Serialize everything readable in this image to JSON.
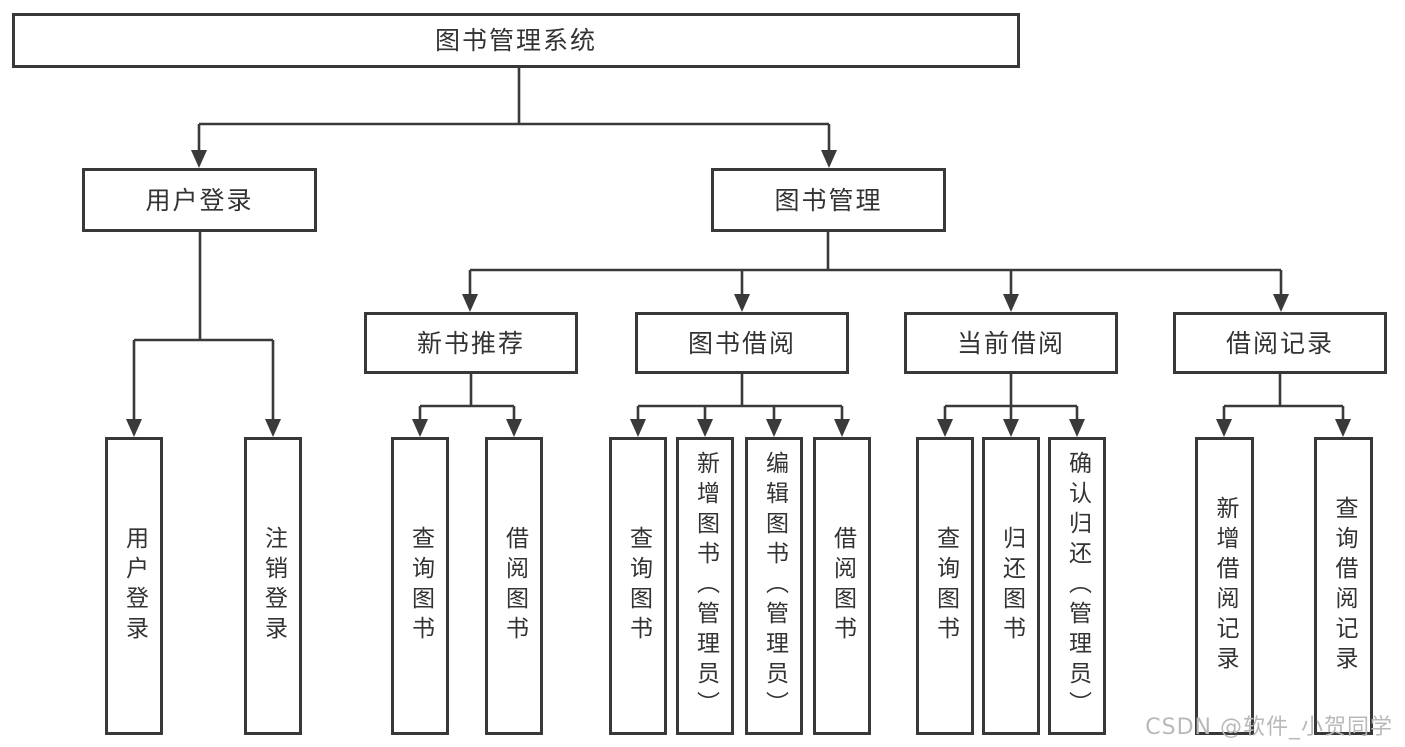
{
  "tree": {
    "root": {
      "label": "图书管理系统"
    },
    "branches": [
      {
        "label": "用户登录",
        "children": [
          {
            "label": "用户登录"
          },
          {
            "label": "注销登录"
          }
        ]
      },
      {
        "label": "图书管理",
        "children": [
          {
            "label": "新书推荐",
            "children": [
              {
                "label": "查询图书"
              },
              {
                "label": "借阅图书"
              }
            ]
          },
          {
            "label": "图书借阅",
            "children": [
              {
                "label": "查询图书"
              },
              {
                "label": "新增图书（管理员）"
              },
              {
                "label": "编辑图书（管理员）"
              },
              {
                "label": "借阅图书"
              }
            ]
          },
          {
            "label": "当前借阅",
            "children": [
              {
                "label": "查询图书"
              },
              {
                "label": "归还图书"
              },
              {
                "label": "确认归还（管理员）"
              }
            ]
          },
          {
            "label": "借阅记录",
            "children": [
              {
                "label": "新增借阅记录"
              },
              {
                "label": "查询借阅记录"
              }
            ]
          }
        ]
      }
    ]
  },
  "watermark": {
    "text": "CSDN @软件_小贺同学"
  },
  "colors": {
    "line": "#3a3a3a",
    "box_border": "#383838",
    "text": "#333333",
    "watermark": "#b9b9b9",
    "background": "#ffffff"
  }
}
